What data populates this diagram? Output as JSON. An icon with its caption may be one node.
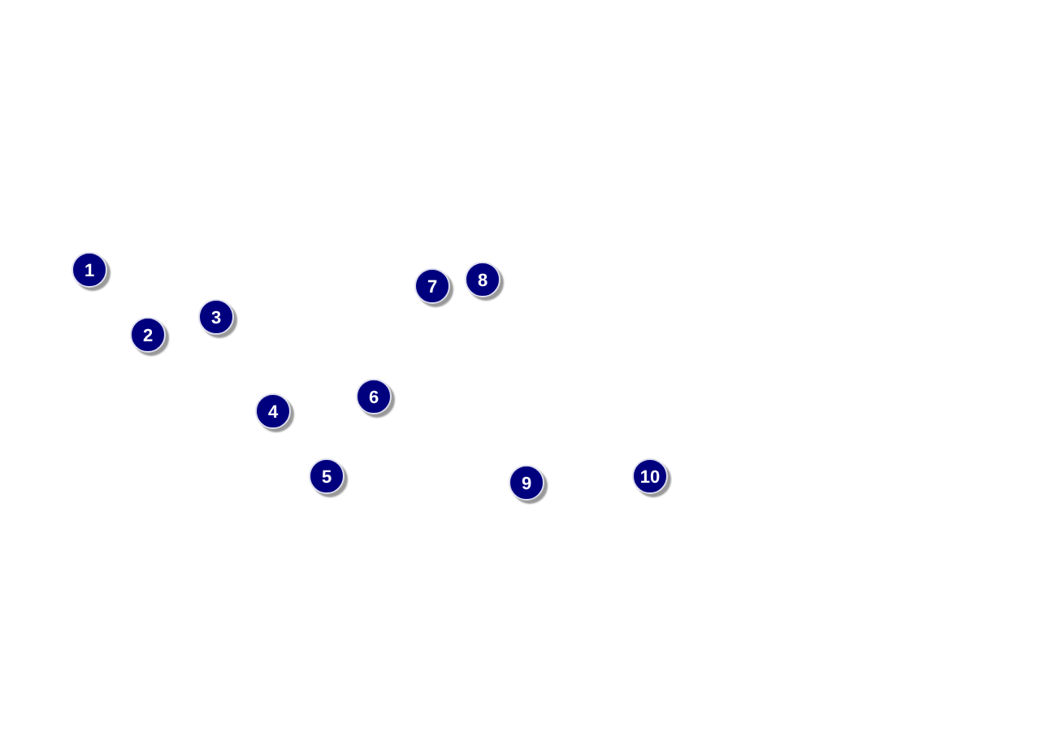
{
  "diagram": {
    "labels": [
      "1",
      "2",
      "3",
      "4",
      "5",
      "6",
      "7",
      "8",
      "9",
      "10"
    ]
  }
}
